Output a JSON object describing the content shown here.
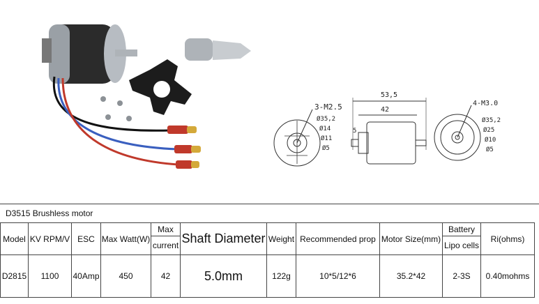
{
  "product_title": "D3515 Brushless motor",
  "drawing": {
    "front_left_labels": [
      "3-M2.5",
      "Ø35,2",
      "Ø14",
      "Ø11",
      "Ø5"
    ],
    "side_dims": {
      "overall": "53,5",
      "body": "42",
      "shaft": "5"
    },
    "front_right_labels": [
      "4-M3.0",
      "Ø35,2",
      "Ø25",
      "Ø10",
      "Ø5"
    ]
  },
  "table": {
    "headers": {
      "model": "Model",
      "kv": "KV RPM/V",
      "esc": "ESC",
      "max_watt": "Max Watt(W)",
      "max_current_top": "Max",
      "max_current_bottom": "current",
      "shaft": "Shaft Diameter",
      "weight": "Weight",
      "prop": "Recommended prop",
      "size": "Motor Size(mm)",
      "battery_top": "Battery",
      "battery_bottom": "Lipo cells",
      "ri": "Ri(ohms)"
    },
    "row": {
      "model": "D2815",
      "kv": "1100",
      "esc": "40Amp",
      "max_watt": "450",
      "max_current": "42",
      "shaft": "5.0mm",
      "weight": "122g",
      "prop": "10*5/12*6",
      "size": "35.2*42",
      "battery": "2-3S",
      "ri": "0.40mohms"
    }
  }
}
